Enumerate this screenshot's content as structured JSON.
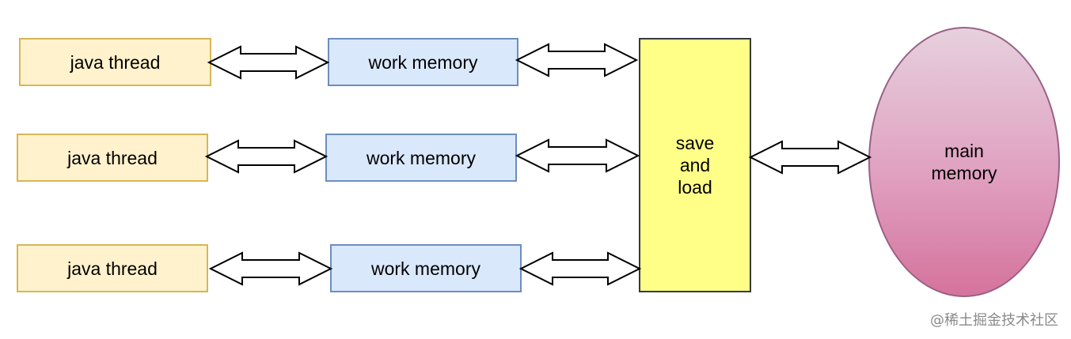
{
  "diagram": {
    "threads": [
      {
        "label": "java thread"
      },
      {
        "label": "java thread"
      },
      {
        "label": "java thread"
      }
    ],
    "work_memories": [
      {
        "label": "work memory"
      },
      {
        "label": "work memory"
      },
      {
        "label": "work memory"
      }
    ],
    "save_load": {
      "lines": [
        "save",
        "and",
        "load"
      ]
    },
    "main_memory": {
      "lines": [
        "main",
        "memory"
      ]
    },
    "colors": {
      "thread_fill": "#fff2cc",
      "thread_stroke": "#d6b656",
      "work_fill": "#dae8fc",
      "work_stroke": "#6c8ebf",
      "save_load_fill": "#ffff88",
      "main_memory_fill": "#e0a0c0"
    }
  },
  "watermark": "@稀土掘金技术社区"
}
